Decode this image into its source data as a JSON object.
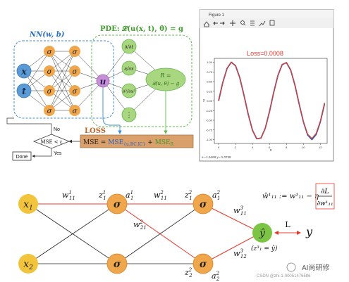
{
  "top": {
    "nn_label": "NN(w, b)",
    "pde_label": "PDE: 𝓛(u(x, t), θ) = g",
    "input_x": "x",
    "input_t": "t",
    "sigma": "σ",
    "output_u": "u",
    "derivs": [
      "∂/∂t",
      "∂/∂x",
      "∂²/∂x²",
      "⋮"
    ],
    "residual_line1": "R =",
    "residual_line2": "𝓛(u, θ) − g",
    "loss_title": "LOSS",
    "loss_formula_prefix": "MSE = ",
    "loss_term1": "MSE",
    "loss_term1_sub": "{u,BC,IC}",
    "loss_plus": " + ",
    "loss_term2": "MSE",
    "loss_term2_sub": "R",
    "decision_text": "MSE < ε",
    "no_label": "No",
    "yes_label": "Yes",
    "done_label": "Done"
  },
  "figure_window": {
    "title": "Figure 1",
    "toolbar_icons": [
      "home-icon",
      "back-icon",
      "forward-icon",
      "pan-icon",
      "zoom-icon",
      "configure-icon",
      "edit-curves-icon",
      "save-icon"
    ],
    "status_text": "x=-1.6469   y=-1.0738"
  },
  "chart_data": {
    "type": "line",
    "title": "Loss=0.0008",
    "title_color": "#e8382b",
    "xlabel": "x",
    "ylabel": "y",
    "xlim": [
      -0.5,
      12.8
    ],
    "ylim": [
      -1.1,
      1.1
    ],
    "xticks": [
      0,
      2,
      4,
      6,
      8,
      10,
      12
    ],
    "yticks": [
      -1.0,
      -0.75,
      -0.5,
      -0.25,
      0.0,
      0.25,
      0.5,
      0.75,
      1.0
    ],
    "ytick_labels": [
      "-1.00",
      "-0.75",
      "-0.50",
      "-0.25",
      "0.00",
      "0.25",
      "0.50",
      "0.75",
      "1.00"
    ],
    "grid": false,
    "series": [
      {
        "color": "#2b5fae",
        "x": [
          0,
          0.5,
          1.0,
          1.5,
          2.0,
          2.5,
          3.0,
          3.5,
          4.0,
          4.5,
          5.0,
          5.5,
          6.0,
          6.5,
          7.0,
          7.5,
          8.0,
          8.5,
          9.0,
          9.5,
          10.0,
          10.5,
          11.0,
          11.5,
          12.0,
          12.5
        ],
        "y": [
          0.0,
          0.48,
          0.84,
          1.0,
          0.91,
          0.6,
          0.14,
          -0.35,
          -0.76,
          -0.98,
          -0.96,
          -0.71,
          -0.28,
          0.22,
          0.66,
          0.94,
          0.99,
          0.8,
          0.41,
          -0.08,
          -0.54,
          -0.88,
          -1.0,
          -0.87,
          -0.54,
          -0.07
        ]
      },
      {
        "color": "#e8382b",
        "x": [
          0,
          0.5,
          1.0,
          1.5,
          2.0,
          2.5,
          3.0,
          3.5,
          4.0,
          4.5,
          5.0,
          5.5,
          6.0,
          6.5,
          7.0,
          7.5,
          8.0,
          8.5,
          9.0,
          9.5,
          10.0,
          10.5,
          11.0,
          11.5,
          12.0,
          12.5
        ],
        "y": [
          0.0,
          0.48,
          0.84,
          1.0,
          0.91,
          0.6,
          0.14,
          -0.35,
          -0.76,
          -0.98,
          -0.96,
          -0.71,
          -0.28,
          0.22,
          0.66,
          0.94,
          0.99,
          0.8,
          0.41,
          -0.08,
          -0.54,
          -0.86,
          -0.97,
          -0.84,
          -0.52,
          -0.05
        ]
      }
    ]
  },
  "bottom": {
    "x1": "x",
    "x1_sub": "1",
    "x2": "x",
    "x2_sub": "2",
    "sigma": "σ",
    "w111": "w",
    "w111_sup": "1",
    "w111_sub": "11",
    "z11": "z",
    "z11_sup": "1",
    "z11_sub": "1",
    "a11": "a",
    "a11_sup": "1",
    "a11_sub": "1",
    "w211": "w",
    "w211_sup": "2",
    "w211_sub": "11",
    "w221": "w",
    "w221_sup": "2",
    "w221_sub": "21",
    "z21": "z",
    "z21_sup": "2",
    "z21_sub": "1",
    "a21": "a",
    "a21_sup": "2",
    "a21_sub": "1",
    "z22": "z",
    "z22_sup": "2",
    "z22_sub": "2",
    "a22": "a",
    "a22_sup": "2",
    "a22_sub": "2",
    "w311": "w",
    "w311_sup": "3",
    "w311_sub": "11",
    "w312": "w",
    "w312_sup": "3",
    "w312_sub": "12",
    "yhat": "ŷ",
    "yhat_note": "(z³₁ = ŷ)",
    "loss_L": "L",
    "y_true": "y",
    "update_lhs": "ŵ¹₁₁ := w¹₁₁ − η",
    "update_num": "∂L",
    "update_den": "∂w¹₁₁",
    "watermark": "CSDN @zhi-1-00051476586",
    "brand": "AI尚研修"
  },
  "colors": {
    "blue_node": "#5b9bd5",
    "orange_node": "#f0a64b",
    "purple_node": "#c78fd6",
    "green_node": "#a9d77f",
    "loss_box": "#d9a06b",
    "nn_dash": "#3c8bd2",
    "pde_dash": "#62b94d",
    "red_line": "#e8382b",
    "yellow_node": "#f2c43b",
    "green_out": "#7cc544"
  }
}
